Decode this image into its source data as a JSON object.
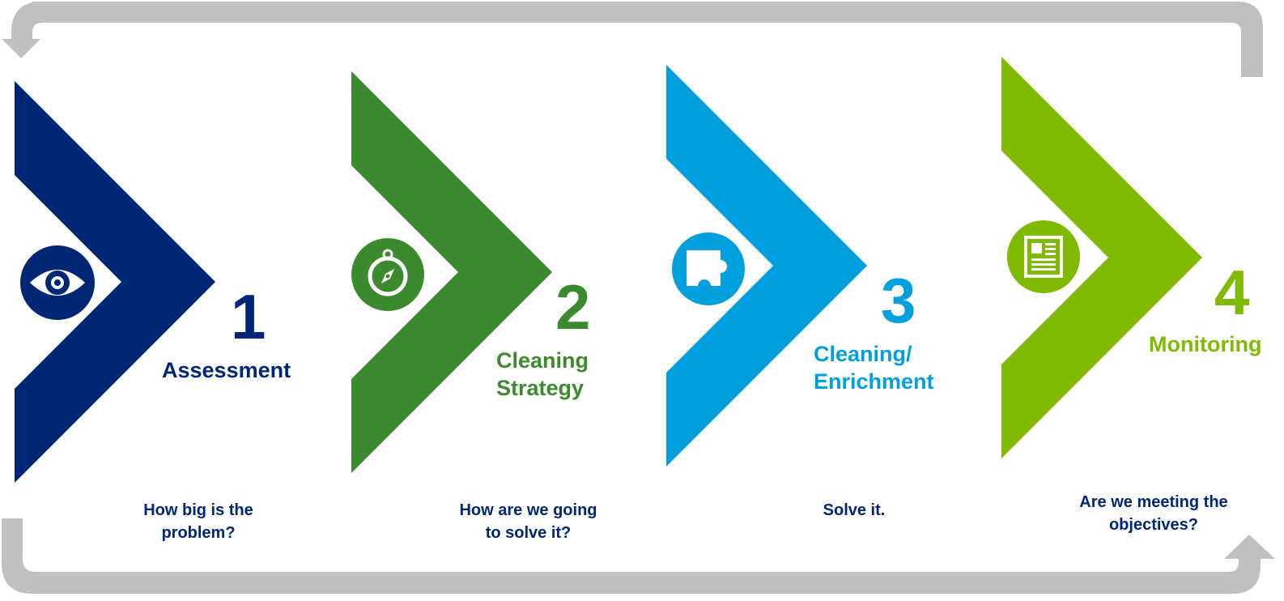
{
  "colors": {
    "stage1": "#002776",
    "stage2": "#3C8A2E",
    "stage3": "#00A0DF",
    "stage4": "#7FBA00",
    "cycle_arrow": "#C0C0C0"
  },
  "stages": [
    {
      "number": "1",
      "title_line1": "Assessment",
      "title_line2": "",
      "question_line1": "How big is the",
      "question_line2": "problem?",
      "icon": "eye-icon"
    },
    {
      "number": "2",
      "title_line1": "Cleaning",
      "title_line2": "Strategy",
      "question_line1": "How are we going",
      "question_line2": "to solve it?",
      "icon": "compass-icon"
    },
    {
      "number": "3",
      "title_line1": "Cleaning/",
      "title_line2": "Enrichment",
      "question_line1": "Solve it.",
      "question_line2": "",
      "icon": "puzzle-piece-icon"
    },
    {
      "number": "4",
      "title_line1": "Monitoring",
      "title_line2": "",
      "question_line1": "Are we meeting the",
      "question_line2": "objectives?",
      "icon": "report-document-icon"
    }
  ]
}
